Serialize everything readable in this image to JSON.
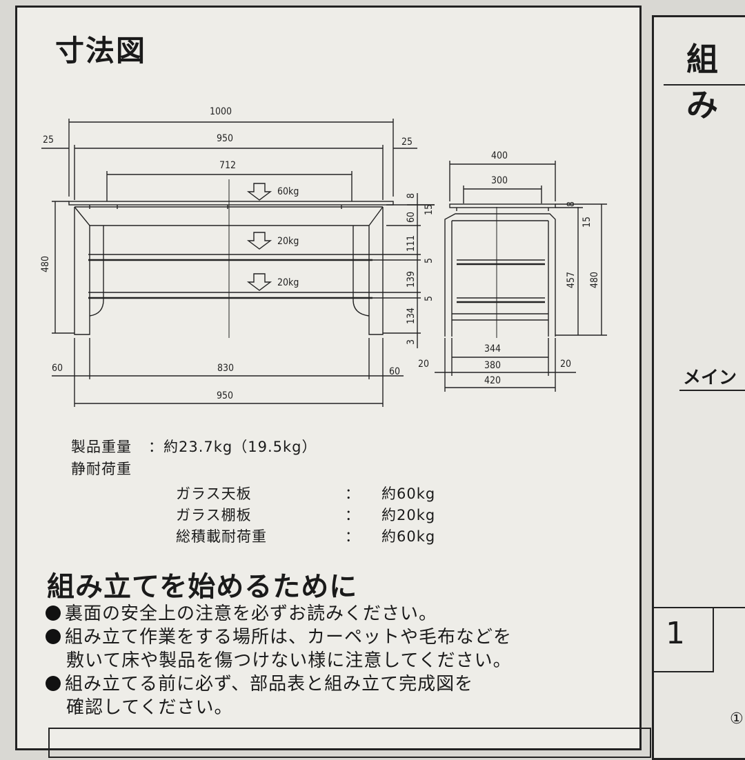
{
  "page": {
    "title": "寸法図",
    "right_title": "組み",
    "right_label": "メイン",
    "right_step": "1",
    "right_circle": "①"
  },
  "dimensions": {
    "front": [
      "1000",
      "25",
      "950",
      "25",
      "712",
      "60kg",
      "20kg",
      "20kg",
      "480",
      "8",
      "15",
      "60",
      "111",
      "5",
      "139",
      "5",
      "134",
      "3",
      "60",
      "830",
      "60",
      "950"
    ],
    "side": [
      "400",
      "300",
      "8",
      "15",
      "457",
      "480",
      "344",
      "20",
      "380",
      "20",
      "420"
    ]
  },
  "specs": {
    "weight_label": "製品重量",
    "weight_value": "：約23.7kg（19.5kg）",
    "load_label": "静耐荷重",
    "rows": [
      {
        "label": "ガラス天板",
        "sep": "：",
        "value": "約60kg"
      },
      {
        "label": "ガラス棚板",
        "sep": "：",
        "value": "約20kg"
      },
      {
        "label": "総積載耐荷重",
        "sep": "：",
        "value": "約60kg"
      }
    ]
  },
  "intro": {
    "heading": "組み立てを始めるために",
    "bullets": [
      {
        "lines": [
          "裏面の安全上の注意を必ずお読みください。"
        ]
      },
      {
        "lines": [
          "組み立て作業をする場所は、カーペットや毛布などを",
          "敷いて床や製品を傷つけない様に注意してください。"
        ]
      },
      {
        "lines": [
          "組み立てる前に必ず、部品表と組み立て完成図を",
          "確認してください。"
        ]
      }
    ]
  }
}
